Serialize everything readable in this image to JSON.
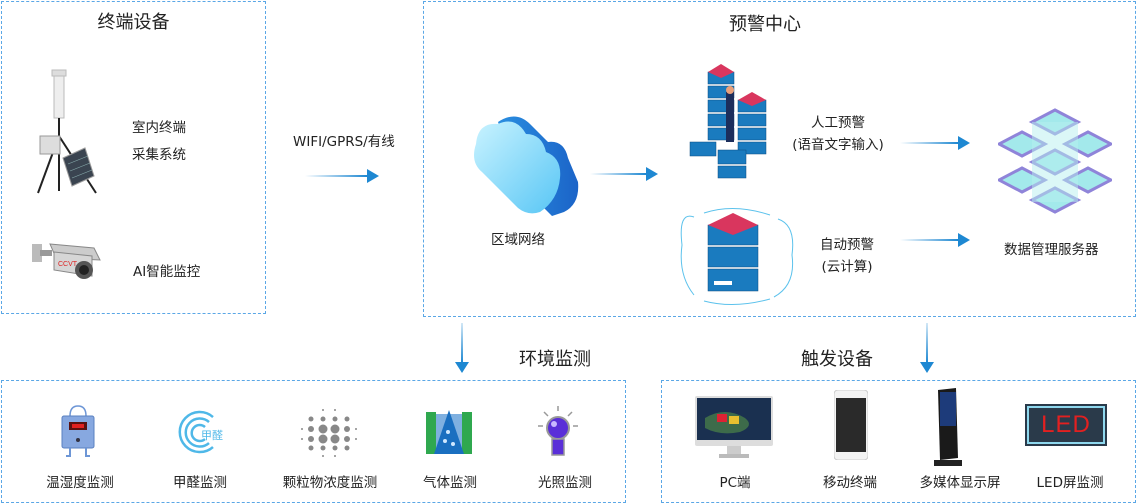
{
  "terminal_devices": {
    "title": "终端设备",
    "items": [
      {
        "label_line1": "室内终端",
        "label_line2": "采集系统",
        "icon": "weather-station-icon"
      },
      {
        "label": "AI智能监控",
        "icon": "cctv-camera-icon",
        "camera_brand": "CCVT"
      }
    ]
  },
  "connection": {
    "label": "WIFI/GPRS/有线"
  },
  "warning_center": {
    "title": "预警中心",
    "network": {
      "label": "区域网络",
      "icon": "cloud-icon"
    },
    "manual": {
      "line1": "人工预警",
      "line2": "(语音文字输入)",
      "icon": "server-stack-person-icon"
    },
    "auto": {
      "line1": "自动预警",
      "line2": "(云计算)",
      "icon": "cloud-server-icon"
    },
    "server": {
      "label": "数据管理服务器",
      "icon": "data-server-cluster-icon"
    }
  },
  "environment_monitoring": {
    "title": "环境监测",
    "items": [
      {
        "label": "温湿度监测",
        "icon": "temperature-humidity-sensor-icon"
      },
      {
        "label": "甲醛监测",
        "icon": "formaldehyde-icon",
        "icon_text": "甲醛"
      },
      {
        "label": "颗粒物浓度监测",
        "icon": "particulate-dots-icon"
      },
      {
        "label": "气体监测",
        "icon": "gas-icon"
      },
      {
        "label": "光照监测",
        "icon": "light-bulb-icon"
      }
    ]
  },
  "trigger_devices": {
    "title": "触发设备",
    "items": [
      {
        "label": "PC端",
        "icon": "monitor-icon"
      },
      {
        "label": "移动终端",
        "icon": "smartphone-icon"
      },
      {
        "label": "多媒体显示屏",
        "icon": "kiosk-display-icon"
      },
      {
        "label": "LED屏监测",
        "icon": "led-screen-icon",
        "icon_text": "LED"
      }
    ]
  },
  "colors": {
    "accent": "#1e88d2",
    "dashed_border": "#5aa7e6",
    "led_red": "#e32020"
  }
}
